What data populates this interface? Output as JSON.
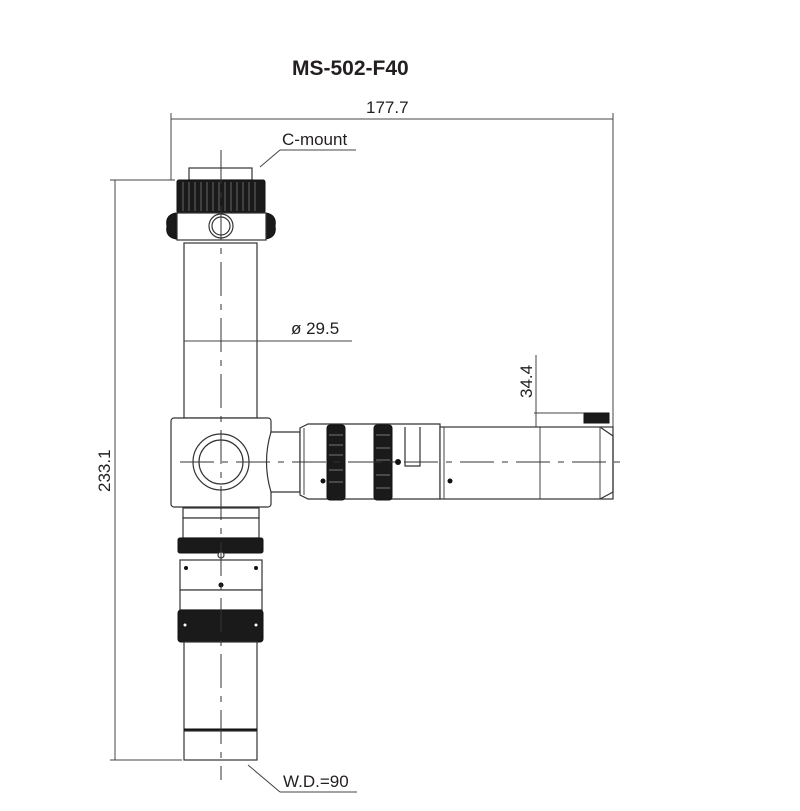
{
  "drawing": {
    "title": "MS-502-F40",
    "labels": {
      "c_mount": "C-mount",
      "diameter": "ø 29.5",
      "width_dim": "177.7",
      "height_dim": "233.1",
      "side_dim": "34.4",
      "working_distance": "W.D.=90"
    },
    "units": "mm",
    "colors": {
      "line": "#333333",
      "knurl": "#1a1a1a",
      "background": "#ffffff"
    }
  }
}
